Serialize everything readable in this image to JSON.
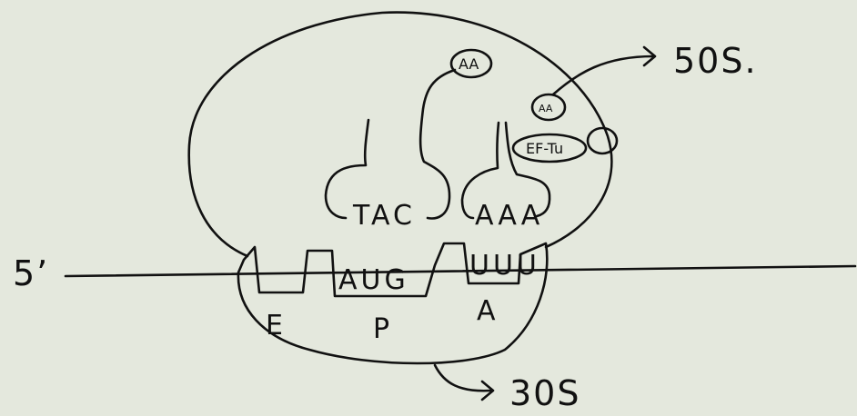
{
  "labels": {
    "five_prime": "5’",
    "large_subunit": "50S.",
    "small_subunit": "30S",
    "site_e": "E",
    "site_p": "P",
    "site_a": "A",
    "codon_p": "AUG",
    "codon_a": "UUU",
    "anticodon_p": "TAC",
    "anticodon_a": "AAA",
    "amino_acid_p": "AA",
    "amino_acid_a": "AA",
    "elongation_factor": "EF-Tu"
  },
  "colors": {
    "background": "#e4e8dd",
    "ink": "#111111"
  }
}
